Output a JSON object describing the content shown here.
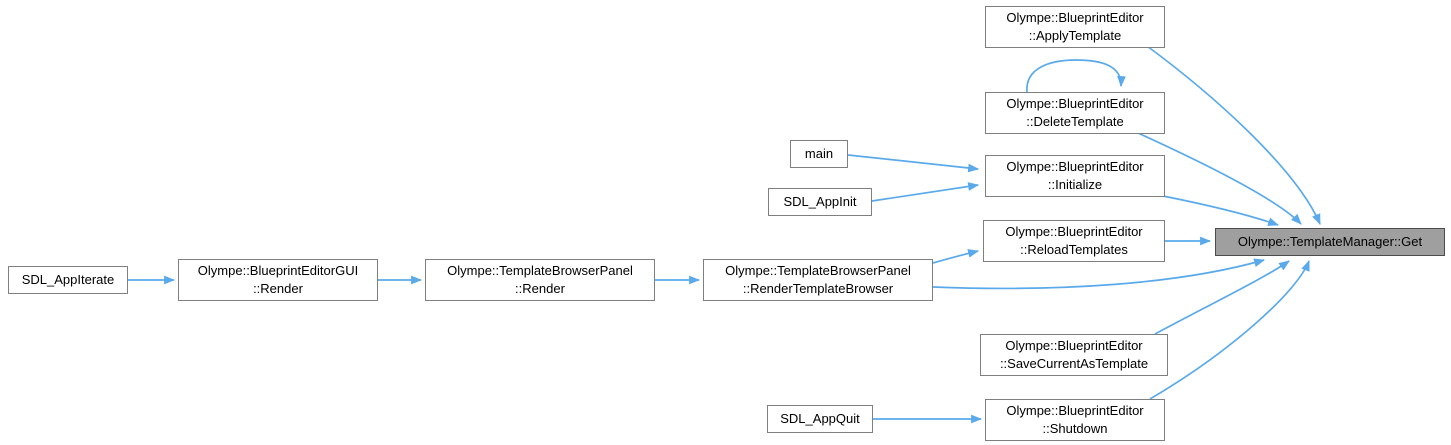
{
  "diagram": {
    "kind": "doxygen-call-graph",
    "arrow_color": "#5aaaeb",
    "node_fill": "#ffffff",
    "node_border": "#7f7f7f",
    "current_node_fill": "#9f9f9f",
    "nodes": {
      "appiterate": {
        "label": "SDL_AppIterate"
      },
      "gui_render": {
        "label": "Olympe::BlueprintEditorGUI\n::Render"
      },
      "tbp_render": {
        "label": "Olympe::TemplateBrowserPanel\n::Render"
      },
      "tbp_rtb": {
        "label": "Olympe::TemplateBrowserPanel\n::RenderTemplateBrowser"
      },
      "main": {
        "label": "main"
      },
      "appinit": {
        "label": "SDL_AppInit"
      },
      "apply": {
        "label": "Olympe::BlueprintEditor\n::ApplyTemplate"
      },
      "delete": {
        "label": "Olympe::BlueprintEditor\n::DeleteTemplate"
      },
      "init": {
        "label": "Olympe::BlueprintEditor\n::Initialize"
      },
      "reload": {
        "label": "Olympe::BlueprintEditor\n::ReloadTemplates"
      },
      "save": {
        "label": "Olympe::BlueprintEditor\n::SaveCurrentAsTemplate"
      },
      "appquit": {
        "label": "SDL_AppQuit"
      },
      "shutdown": {
        "label": "Olympe::BlueprintEditor\n::Shutdown"
      },
      "get": {
        "label": "Olympe::TemplateManager::Get",
        "current": true
      }
    },
    "edges": [
      {
        "from": "SDL_AppIterate",
        "to": "Olympe::BlueprintEditorGUI::Render"
      },
      {
        "from": "Olympe::BlueprintEditorGUI::Render",
        "to": "Olympe::TemplateBrowserPanel::Render"
      },
      {
        "from": "Olympe::TemplateBrowserPanel::Render",
        "to": "Olympe::TemplateBrowserPanel::RenderTemplateBrowser"
      },
      {
        "from": "Olympe::TemplateBrowserPanel::RenderTemplateBrowser",
        "to": "Olympe::BlueprintEditor::ReloadTemplates"
      },
      {
        "from": "Olympe::TemplateBrowserPanel::RenderTemplateBrowser",
        "to": "Olympe::TemplateManager::Get"
      },
      {
        "from": "main",
        "to": "Olympe::BlueprintEditor::Initialize"
      },
      {
        "from": "SDL_AppInit",
        "to": "Olympe::BlueprintEditor::Initialize"
      },
      {
        "from": "SDL_AppQuit",
        "to": "Olympe::BlueprintEditor::Shutdown"
      },
      {
        "from": "Olympe::BlueprintEditor::ApplyTemplate",
        "to": "Olympe::TemplateManager::Get"
      },
      {
        "from": "Olympe::BlueprintEditor::DeleteTemplate",
        "to": "Olympe::BlueprintEditor::DeleteTemplate"
      },
      {
        "from": "Olympe::BlueprintEditor::DeleteTemplate",
        "to": "Olympe::TemplateManager::Get"
      },
      {
        "from": "Olympe::BlueprintEditor::Initialize",
        "to": "Olympe::TemplateManager::Get"
      },
      {
        "from": "Olympe::BlueprintEditor::ReloadTemplates",
        "to": "Olympe::TemplateManager::Get"
      },
      {
        "from": "Olympe::BlueprintEditor::SaveCurrentAsTemplate",
        "to": "Olympe::TemplateManager::Get"
      },
      {
        "from": "Olympe::BlueprintEditor::Shutdown",
        "to": "Olympe::TemplateManager::Get"
      }
    ]
  }
}
